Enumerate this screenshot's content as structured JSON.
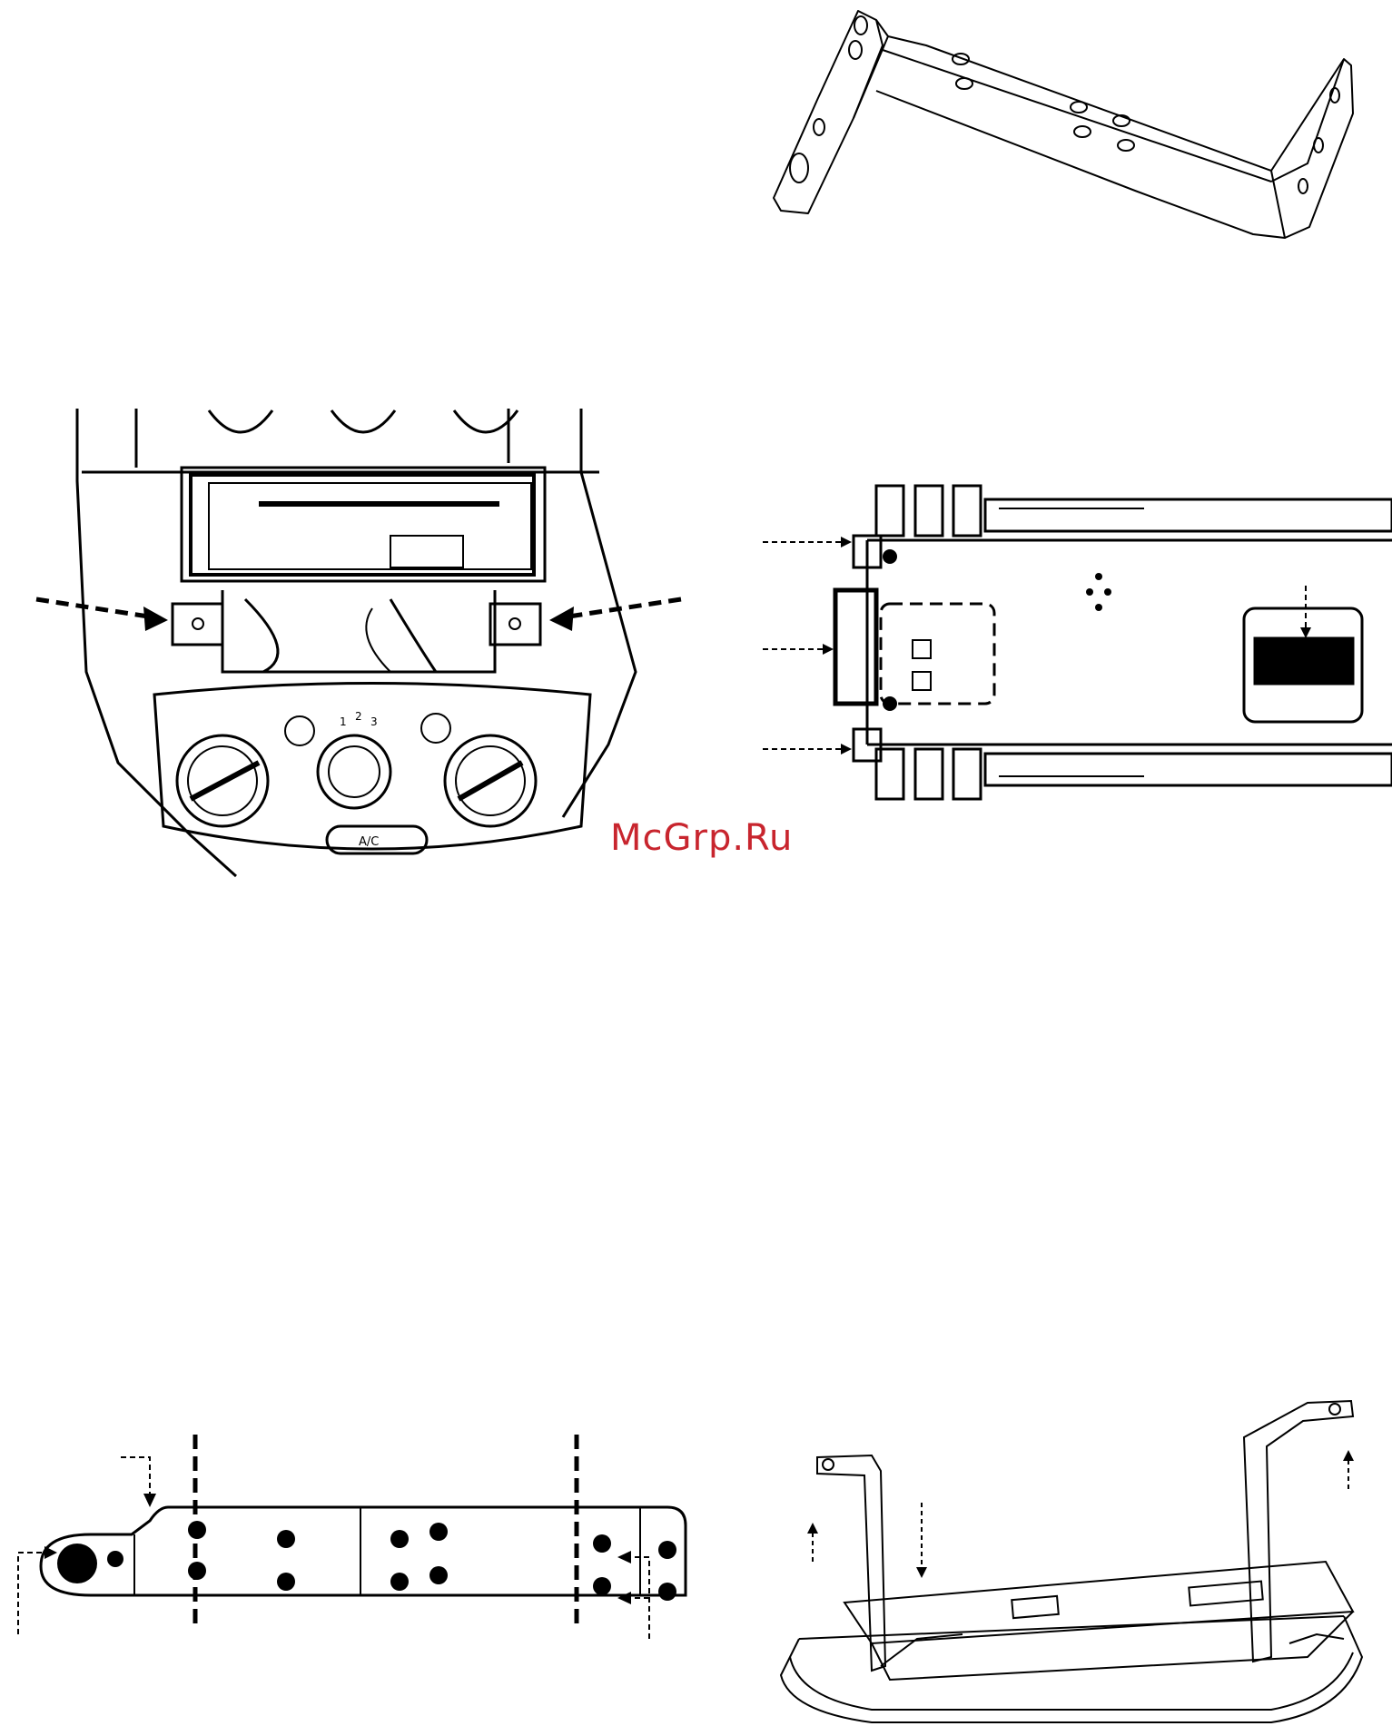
{
  "watermark": {
    "text": "McGrp.Ru",
    "color": "#c8252e"
  },
  "figures": [
    {
      "id": "bracket-3d",
      "icon": "mounting-bracket-illustration"
    },
    {
      "id": "dashboard",
      "icon": "radio-installation-dashboard-illustration"
    },
    {
      "id": "top-view",
      "icon": "bracket-top-view-diagram"
    },
    {
      "id": "flat-bracket",
      "icon": "bracket-flat-layout-diagram"
    },
    {
      "id": "bracket-on-unit",
      "icon": "bracket-mounted-on-unit-illustration"
    }
  ],
  "hvac_labels": {
    "fan_1": "1",
    "fan_2": "2",
    "fan_3": "3",
    "ac": "A/C"
  }
}
